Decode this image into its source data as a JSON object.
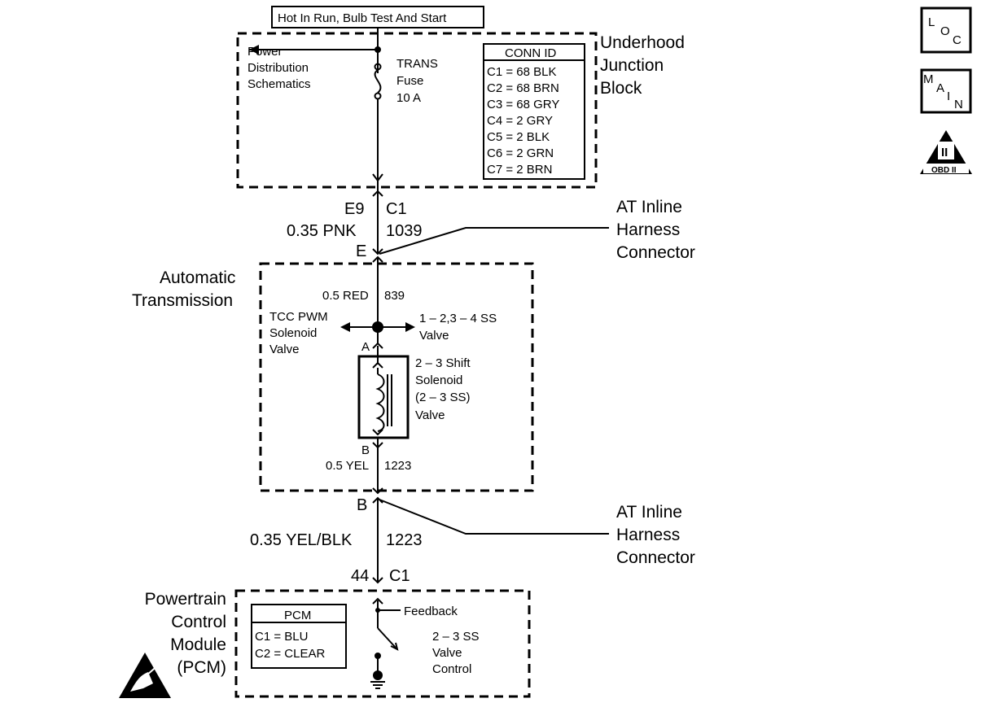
{
  "header_box": "Hot In Run, Bulb Test And Start",
  "underhood": {
    "power_dist": [
      "Power",
      "Distribution",
      "Schematics"
    ],
    "fuse": [
      "TRANS",
      "Fuse",
      "10 A"
    ],
    "title": [
      "Underhood",
      "Junction",
      "Block"
    ],
    "conn_id": {
      "title": "CONN ID",
      "rows": [
        "C1 = 68 BLK",
        "C2 = 68 BRN",
        "C3 = 68 GRY",
        "C4 = 2 GRY",
        "C5 = 2 BLK",
        "C6 = 2 GRN",
        "C7 = 2 BRN"
      ]
    }
  },
  "wire1": {
    "pin": "E9",
    "conn": "C1",
    "color": "0.35 PNK",
    "circuit": "1039",
    "inline_pin": "E"
  },
  "inline_connector_1": [
    "AT Inline",
    "Harness",
    "Connector"
  ],
  "transmission": {
    "title": [
      "Automatic",
      "Transmission"
    ],
    "wire_color": "0.5 RED",
    "wire_circuit": "839",
    "tcc": [
      "TCC PWM",
      "Solenoid",
      "Valve"
    ],
    "ss14": [
      "1 – 2,3 – 4 SS",
      "Valve"
    ],
    "pin_a": "A",
    "solenoid": [
      "2 – 3 Shift",
      "Solenoid",
      "(2 – 3 SS)",
      "Valve"
    ],
    "pin_b": "B",
    "wire_bottom_color": "0.5 YEL",
    "wire_bottom_circuit": "1223"
  },
  "wire2": {
    "inline_pin": "B",
    "color": "0.35 YEL/BLK",
    "circuit": "1223",
    "pin": "44",
    "conn": "C1"
  },
  "inline_connector_2": [
    "AT Inline",
    "Harness",
    "Connector"
  ],
  "pcm": {
    "title": [
      "Powertrain",
      "Control",
      "Module",
      "(PCM)"
    ],
    "box_title": "PCM",
    "rows": [
      "C1 = BLU",
      "C2 = CLEAR"
    ],
    "feedback": "Feedback",
    "control": [
      "2 – 3 SS",
      "Valve",
      "Control"
    ]
  },
  "icons": {
    "loc": [
      "L",
      "O",
      "C"
    ],
    "main": [
      "M",
      "A",
      "I",
      "N"
    ],
    "obd": {
      "roman": "II",
      "label": "OBD II"
    },
    "esd": "esd-warning-icon"
  }
}
